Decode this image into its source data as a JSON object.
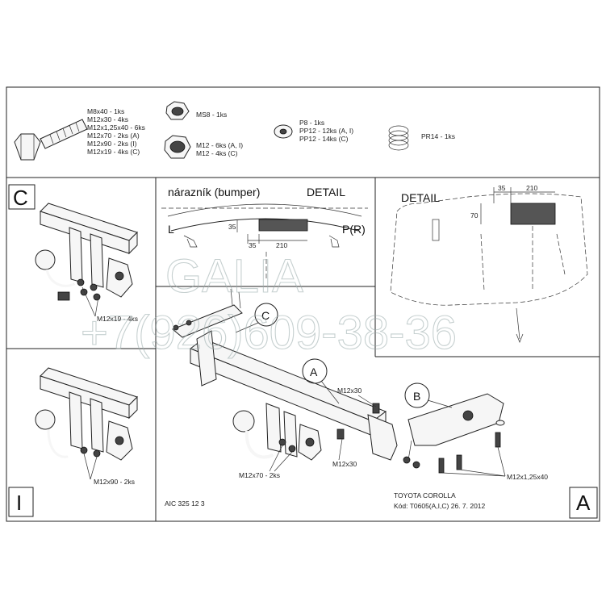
{
  "legend": {
    "bolt_lines": [
      "M8x40 - 1ks",
      "M12x30 - 4ks",
      "M12x1,25x40 - 6ks",
      "M12x70 - 2ks (A)",
      "M12x90 - 2ks (I)",
      "M12x19 - 4ks (C)"
    ],
    "nut_ms8": "MS8 - 1ks",
    "nut_m12_lines": [
      "M12 - 6ks (A, I)",
      "M12 - 4ks (C)"
    ],
    "washer_lines": [
      "P8 - 1ks",
      "PP12 - 12ks (A, I)",
      "PP12 - 14ks (C)"
    ],
    "spring": "PR14 - 1ks"
  },
  "panel_c": {
    "letter": "C",
    "callout": "M12x19 - 4ks"
  },
  "panel_i": {
    "letter": "I",
    "callout": "M12x90 - 2ks"
  },
  "bumper_detail": {
    "title": "nárazník (bumper)",
    "detail": "DETAIL",
    "left": "L",
    "right": "P(R)",
    "dim_35": "35",
    "dim_210": "210"
  },
  "detail2": {
    "title": "DETAIL",
    "dim_35": "35",
    "dim_210": "210",
    "dim_70": "70"
  },
  "main": {
    "label_a": "A",
    "label_b": "B",
    "label_c": "C",
    "m12x30_top": "M12x30",
    "m12x30_bottom": "M12x30",
    "m12x70": "M12x70 - 2ks",
    "m12x125x40": "M12x1,25x40",
    "code": "AIC 325 12 3",
    "vehicle": "TOYOTA COROLLA",
    "kod": "Kód: T0605(A,I,C)  26. 7. 2012",
    "corner": "A"
  },
  "watermark": {
    "brand": "GALIA",
    "phone": "+7(926)609-38-36"
  }
}
